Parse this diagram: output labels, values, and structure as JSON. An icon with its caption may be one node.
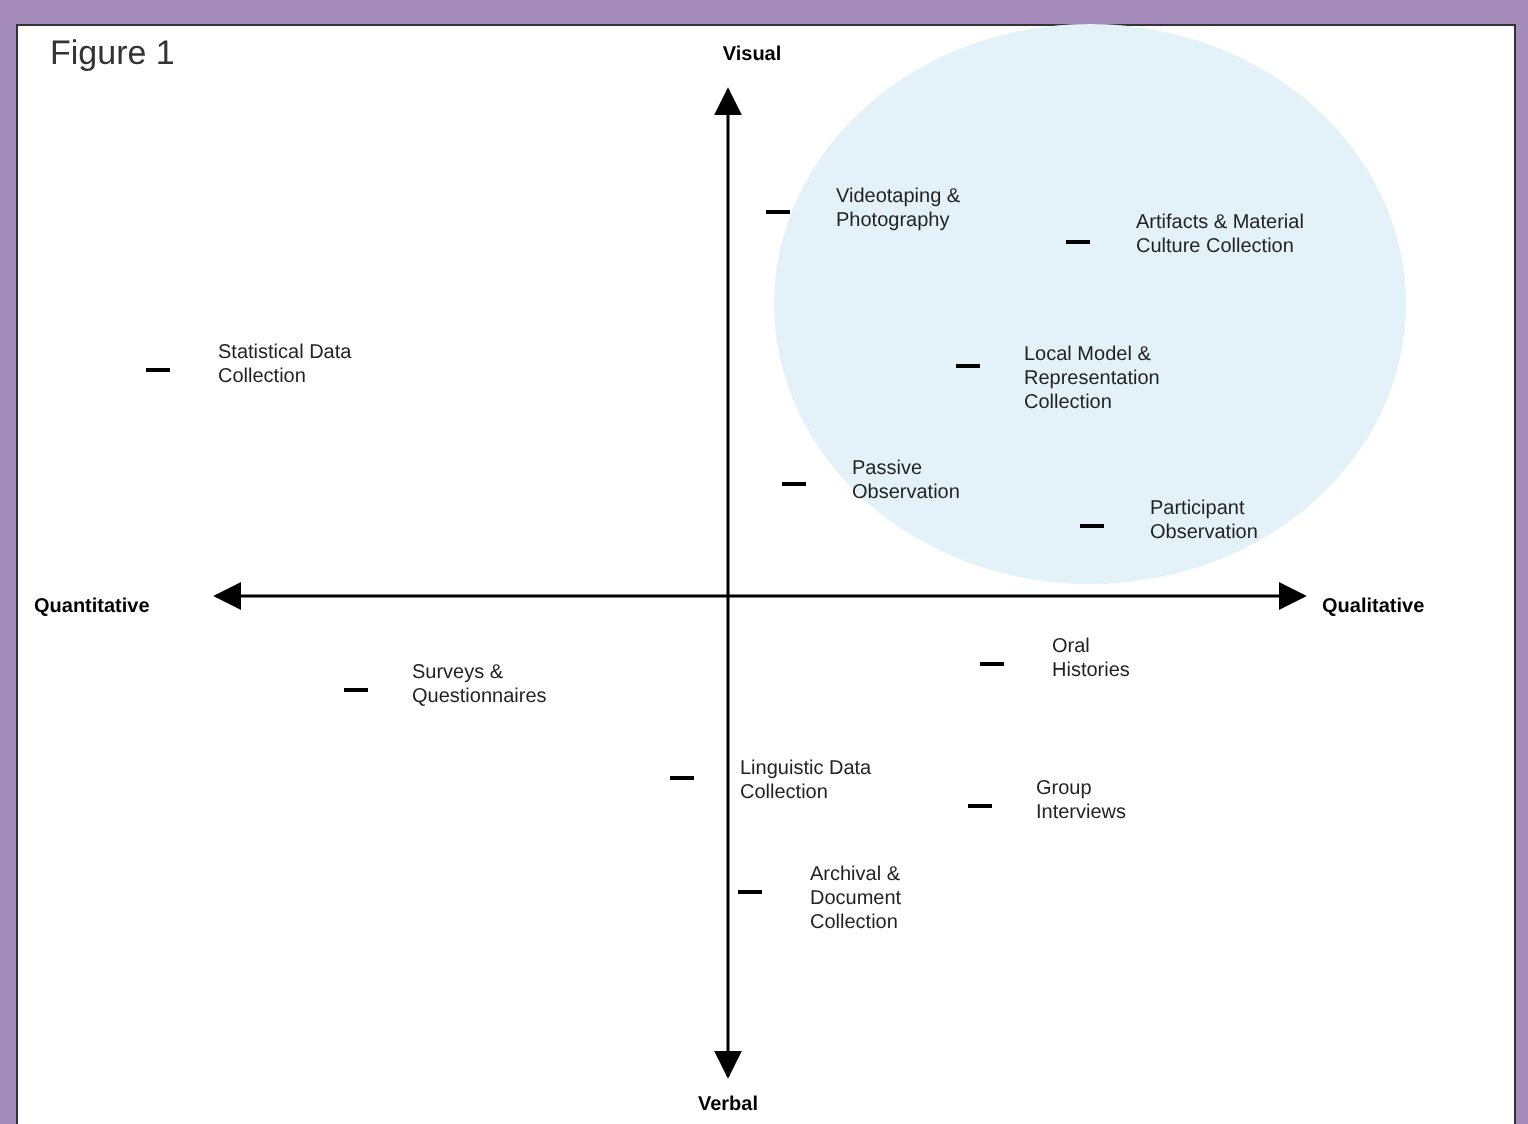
{
  "diagram": {
    "title": "Figure 1",
    "labels": [
      "Visual",
      "Videotaping & Photography",
      "Artifacts & Material Culture Collection",
      "Statistical Data Collection",
      "Local Model & Representation Collection",
      "Passive Observation",
      "Participant Observation",
      "Quantitative",
      "Qualitative",
      "Oral Histories",
      "Surveys & Questionnaires",
      "Linguistic Data Collection",
      "Group Interviews",
      "Archival & Document Collection",
      "Verbal"
    ]
  }
}
